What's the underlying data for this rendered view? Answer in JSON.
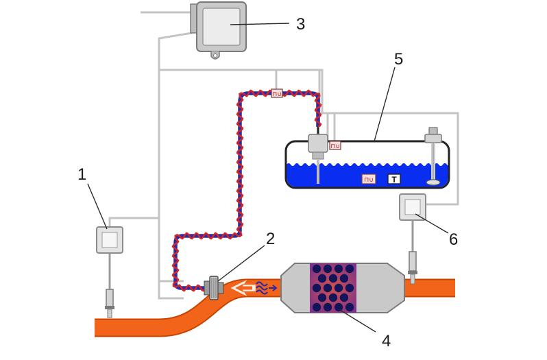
{
  "labels": {
    "l1": "1",
    "l2": "2",
    "l3": "3",
    "l4": "4",
    "l5": "5",
    "l6": "6"
  },
  "tank_icons": {
    "thermo": "⊓∪",
    "temp": "T"
  },
  "colors": {
    "exhaust": "#f26419",
    "exhaust_edge": "#c84400",
    "wire": "#c4c4c4",
    "hose_blue": "#2a2aa8",
    "hose_red": "#d02828",
    "liquid": "#0a2ef0",
    "catalyst_core": "#b23a7a",
    "catalyst_holes": "#14145a"
  }
}
